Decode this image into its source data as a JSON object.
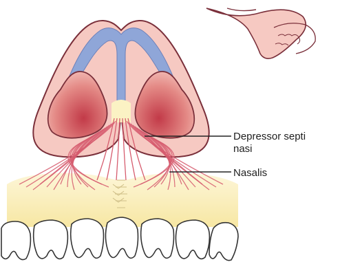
{
  "labels": {
    "depressor_line1": "Depressor septi",
    "depressor_line2": "nasi",
    "nasalis": "Nasalis"
  },
  "colors": {
    "skin": "#f6c9c2",
    "skin_outline": "#7a2f3a",
    "cartilage_blue": "#8fa6d8",
    "nostril_red": "#d9626a",
    "muscle_fiber": "#d65c6e",
    "maxilla_yellow": "#fbeeb5",
    "tooth_white": "#ffffff",
    "leader_line": "#222222"
  }
}
